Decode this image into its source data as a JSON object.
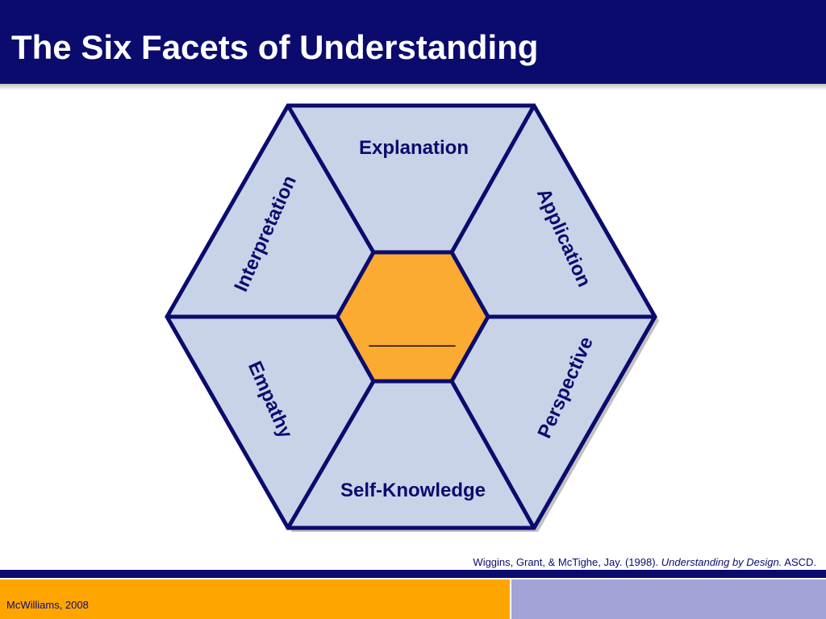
{
  "title": "The Six Facets of Understanding",
  "diagram": {
    "center_text": "________",
    "facets": {
      "top": "Explanation",
      "upper_left": "Interpretation",
      "upper_right": "Application",
      "lower_left": "Empathy",
      "lower_right": "Perspective",
      "bottom": "Self-Knowledge"
    }
  },
  "citation": {
    "authors": "Wiggins, Grant, & McTighe, Jay. (1998). ",
    "book": "Understanding by Design.",
    "publisher": " ASCD."
  },
  "footer": {
    "text": "McWilliams, 2008"
  },
  "colors": {
    "navy": "#0b0b6e",
    "facet_fill": "#c9d3e8",
    "center_fill": "#fbaa32",
    "footer_orange": "#ffa500",
    "footer_lavender": "#a3a3d8"
  }
}
